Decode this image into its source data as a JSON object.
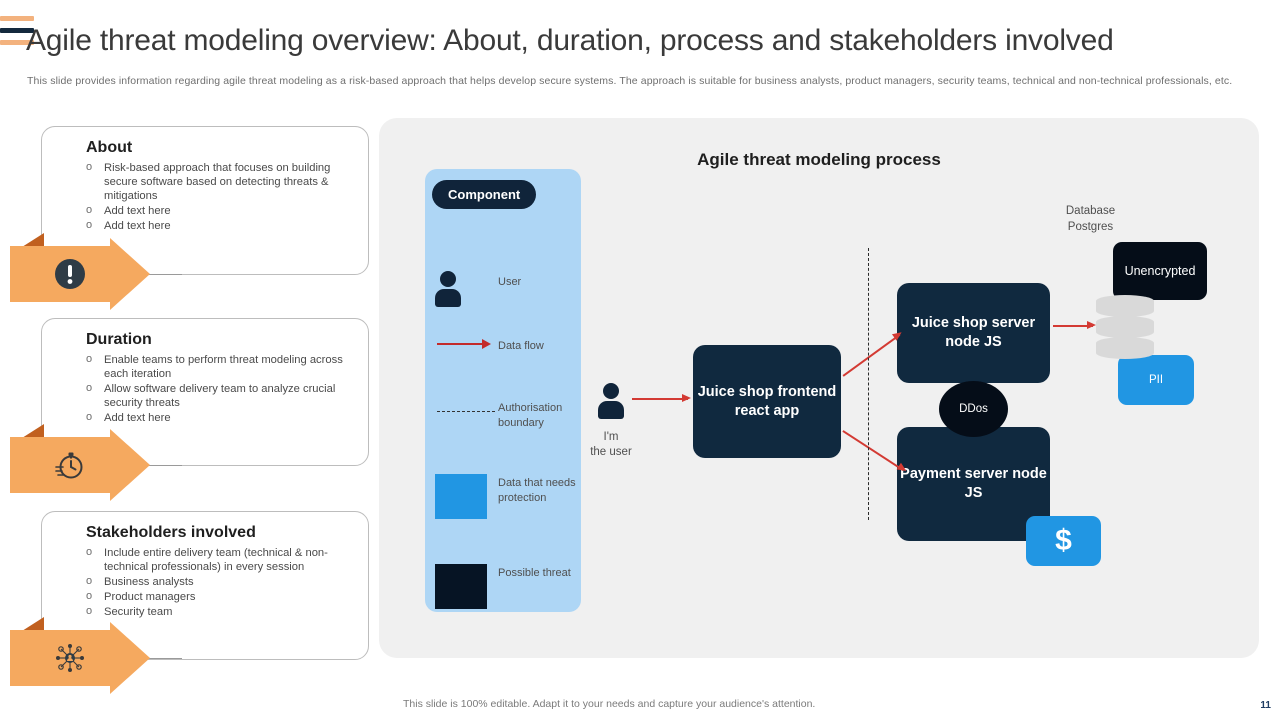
{
  "header": {
    "title": "Agile threat modeling overview: About, duration, process and stakeholders involved",
    "subtitle": "This slide provides information regarding agile threat modeling  as a risk-based approach that helps develop secure systems. The approach is suitable for business analysts, product managers, security teams, technical and non-technical professionals, etc."
  },
  "cards": [
    {
      "id": "about",
      "title": "About",
      "icon": "exclamation-icon",
      "bullets": [
        "Risk-based approach that focuses on building secure software based on detecting threats & mitigations",
        "Add text here",
        "Add text here"
      ]
    },
    {
      "id": "duration",
      "title": "Duration",
      "icon": "stopwatch-icon",
      "bullets": [
        "Enable teams to perform threat modeling across each iteration",
        "Allow software delivery team to  analyze crucial security threats",
        "Add text here"
      ]
    },
    {
      "id": "stakeholders",
      "title": "Stakeholders involved",
      "icon": "network-nodes-icon",
      "bullets": [
        "Include entire delivery team (technical & non-technical professionals) in every session",
        "Business analysts",
        "Product managers",
        "Security team"
      ]
    }
  ],
  "diagram": {
    "title": "Agile threat modeling process",
    "legend": {
      "pill": "Component",
      "items": [
        {
          "key": "user",
          "label": "User",
          "icon": "person-icon"
        },
        {
          "key": "flow",
          "label": "Data flow",
          "icon": "red-arrow-icon"
        },
        {
          "key": "boundary",
          "label": "Authorisation boundary",
          "icon": "dashed-line-icon"
        },
        {
          "key": "data",
          "label": "Data that needs protection",
          "icon": "blue-square-icon"
        },
        {
          "key": "threat",
          "label": "Possible threat",
          "icon": "black-square-icon"
        }
      ]
    },
    "actor": {
      "label": "I'm\nthe user",
      "line1": "I'm",
      "line2": "the user"
    },
    "nodes": [
      {
        "id": "frontend",
        "label": "Juice shop frontend react app"
      },
      {
        "id": "server",
        "label": "Juice shop server node JS"
      },
      {
        "id": "payment",
        "label": "Payment server node JS"
      }
    ],
    "badges": [
      {
        "id": "ddos",
        "label": "DDos",
        "shape": "circle",
        "color": "#050D18"
      },
      {
        "id": "unencrypted",
        "label": "Unencrypted",
        "shape": "rect",
        "color": "#050D18"
      },
      {
        "id": "pii",
        "label": "PII",
        "shape": "rect",
        "color": "#2196E3"
      },
      {
        "id": "dollar",
        "label": "$",
        "shape": "rect",
        "color": "#2196E3"
      }
    ],
    "database": {
      "line1": "Database",
      "line2": "Postgres",
      "icon": "database-cylinder-icon"
    }
  },
  "footer": {
    "note": "This slide is 100% editable. Adapt it to your needs and capture your audience's attention.",
    "page_number": "11"
  },
  "colors": {
    "accent_orange": "#F5A95F",
    "dark_navy": "#10293F",
    "legend_blue": "#AED6F5",
    "bright_blue": "#2196E3",
    "threat_black": "#050D18",
    "arrow_red": "#D33A33",
    "panel_grey": "#f0f0f0"
  }
}
